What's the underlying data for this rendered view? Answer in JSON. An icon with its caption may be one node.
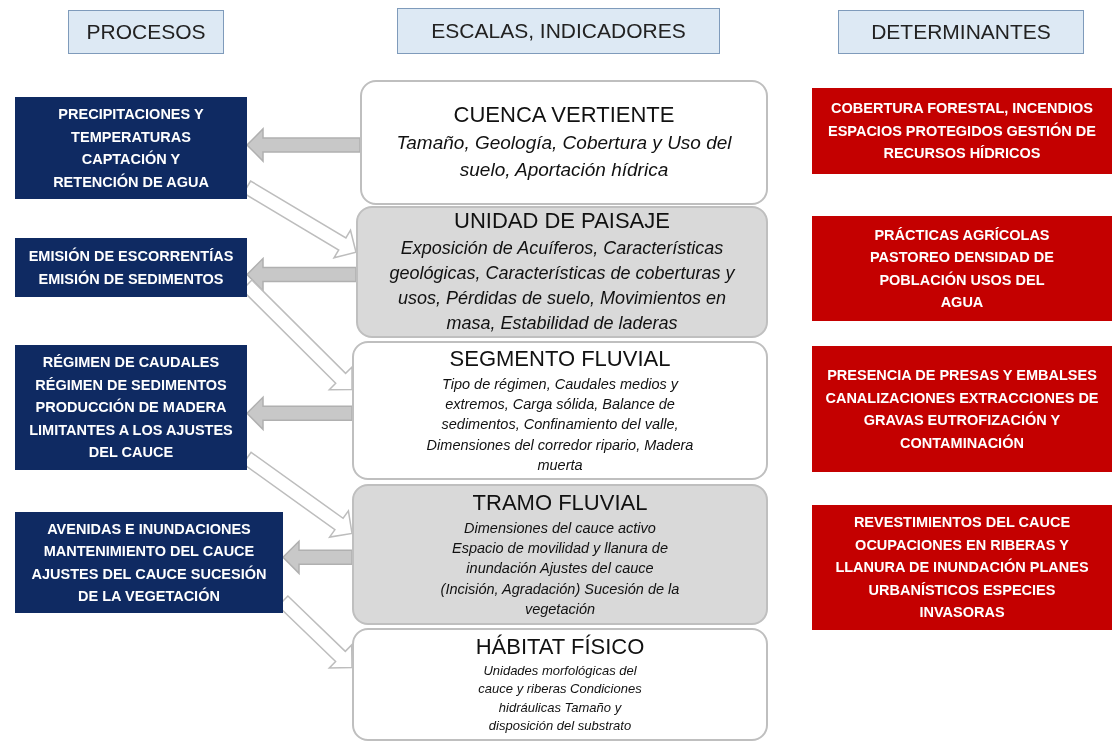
{
  "diagram": {
    "nodes": [
      {
        "text": [
          "PROCESOS"
        ]
      },
      {
        "text": [
          "ESCALAS, INDICADORES"
        ]
      },
      {
        "text": [
          "DETERMINANTES"
        ]
      },
      {
        "text": [
          "PRECIPITACIONES Y TEMPERATURAS CAPTACIÓN Y RETENCIÓN DE AGUA"
        ]
      },
      {
        "text": [
          "EMISIÓN DE ESCORRENTÍAS EMISIÓN DE SEDIMENTOS"
        ]
      },
      {
        "text": [
          "RÉGIMEN DE CAUDALES RÉGIMEN DE SEDIMENTOS PRODUCCIÓN DE MADERA LIMITANTES A LOS AJUSTES DEL CAUCE"
        ]
      },
      {
        "text": [
          "AVENIDAS E INUNDACIONES MANTENIMIENTO DEL CAUCE AJUSTES DEL CAUCE SUCESIÓN DE LA VEGETACIÓN"
        ]
      },
      {
        "text": [
          "CUENCA VERTIENTE",
          "Tamaño, Geología, Cobertura y Uso del suelo, Aportación hídrica"
        ]
      },
      {
        "text": [
          "UNIDAD DE PAISAJE",
          "Exposición de Acuíferos, Características geológicas, Características de coberturas y usos, Pérdidas de suelo, Movimientos en masa, Estabilidad de laderas"
        ]
      },
      {
        "text": [
          "SEGMENTO FLUVIAL",
          "Tipo de régimen, Caudales medios y extremos, Carga sólida, Balance de sedimentos, Confinamiento del valle, Dimensiones del corredor ripario, Madera muerta"
        ]
      },
      {
        "text": [
          "TRAMO FLUVIAL",
          "Dimensiones del cauce activo Espacio de movilidad y llanura de inundación Ajustes del cauce (Incisión, Agradación) Sucesión de la vegetación"
        ]
      },
      {
        "text": [
          "HÁBITAT FÍSICO",
          "Unidades morfológicas del cauce y riberas Condiciones hidráulicas Tamaño y disposición del substrato"
        ]
      },
      {
        "text": [
          "COBERTURA FORESTAL, INCENDIOS ESPACIOS PROTEGIDOS GESTIÓN DE RECURSOS HÍDRICOS"
        ]
      },
      {
        "text": [
          "PRÁCTICAS AGRÍCOLAS PASTOREO DENSIDAD DE POBLACIÓN USOS DEL AGUA"
        ]
      },
      {
        "text": [
          "PRESENCIA DE PRESAS Y EMBALSES CANALIZACIONES EXTRACCIONES DE GRAVAS EUTROFIZACIÓN Y CONTAMINACIÓN"
        ]
      },
      {
        "text": [
          "REVESTIMIENTOS DEL CAUCE OCUPACIONES EN RIBERAS Y LLANURA DE INUNDACIÓN PLANES URBANÍSTICOS ESPECIES INVASORAS"
        ]
      }
    ],
    "edges": [
      {
        "from": 7,
        "to": 3,
        "arrow": "to",
        "style": "thick",
        "color": "#c8c8c8"
      },
      {
        "from": 3,
        "to": 8,
        "arrow": "to",
        "style": "thick"
      },
      {
        "from": 8,
        "to": 4,
        "arrow": "to",
        "style": "thick",
        "color": "#c8c8c8"
      },
      {
        "from": 4,
        "to": 9,
        "arrow": "to",
        "style": "thick"
      },
      {
        "from": 9,
        "to": 5,
        "arrow": "to",
        "style": "thick",
        "color": "#c8c8c8"
      },
      {
        "from": 5,
        "to": 10,
        "arrow": "to",
        "style": "thick"
      },
      {
        "from": 10,
        "to": 6,
        "arrow": "to",
        "style": "thick",
        "color": "#c8c8c8"
      },
      {
        "from": 6,
        "to": 11,
        "arrow": "to",
        "style": "thick"
      }
    ]
  }
}
